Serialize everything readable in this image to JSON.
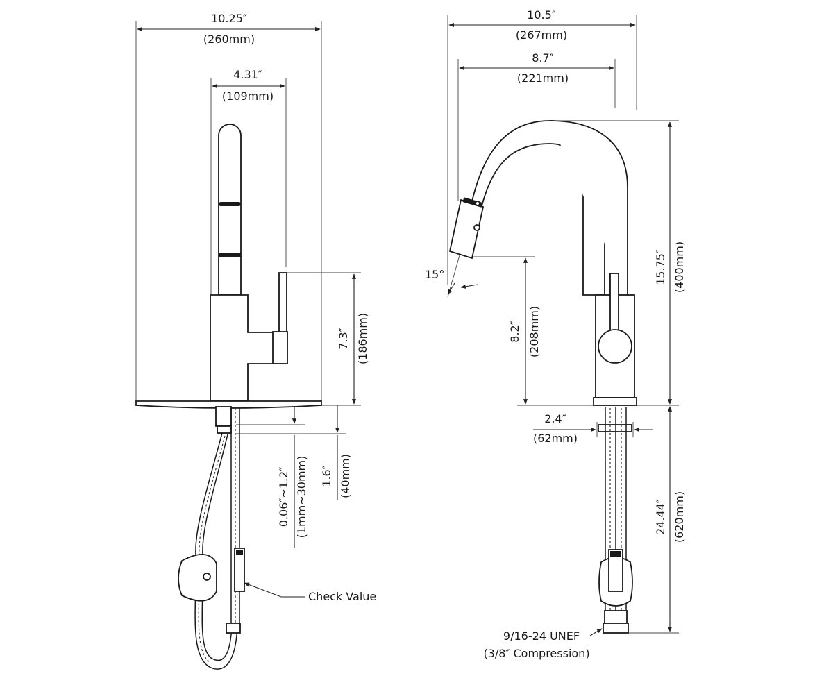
{
  "side_view": {
    "overall_width": {
      "imperial": "10.25″",
      "metric": "(260mm)"
    },
    "spout_width": {
      "imperial": "4.31″",
      "metric": "(109mm)"
    },
    "body_height": {
      "imperial": "7.3″",
      "metric": "(186mm)"
    },
    "deck_thickness": {
      "imperial": "0.06″~1.2″",
      "metric": "(1mm~30mm)"
    },
    "shank_length": {
      "imperial": "1.6″",
      "metric": "(40mm)"
    },
    "check_valve_label": "Check Value"
  },
  "front_view": {
    "overall_reach": {
      "imperial": "10.5″",
      "metric": "(267mm)"
    },
    "spout_reach": {
      "imperial": "8.7″",
      "metric": "(221mm)"
    },
    "spray_angle": "15°",
    "spout_clearance": {
      "imperial": "8.2″",
      "metric": "(208mm)"
    },
    "overall_height": {
      "imperial": "15.75″",
      "metric": "(400mm)"
    },
    "base_diameter": {
      "imperial": "2.4″",
      "metric": "(62mm)"
    },
    "supply_length": {
      "imperial": "24.44″",
      "metric": "(620mm)"
    },
    "connection": {
      "thread": "9/16-24 UNEF",
      "type": "(3/8″ Compression)"
    }
  }
}
